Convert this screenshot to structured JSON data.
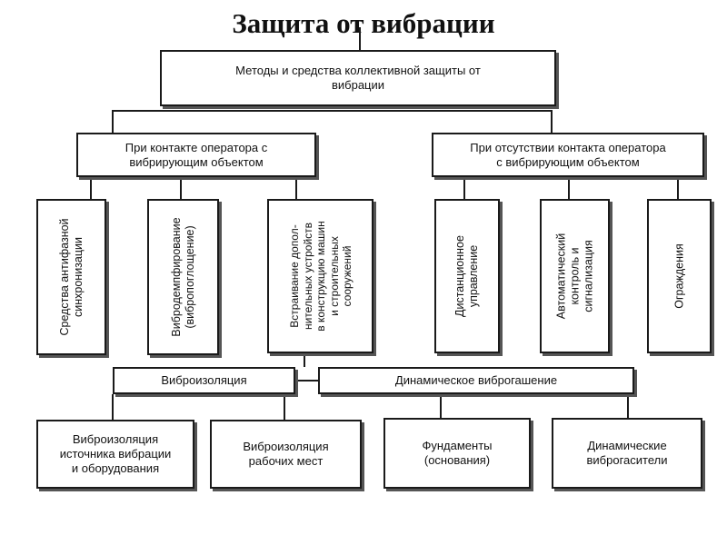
{
  "title": "Защита от вибрации",
  "nodes": {
    "root": [
      "Методы и средства коллективной защиты от",
      "вибрации"
    ],
    "contact": [
      "При контакте оператора с",
      "вибрирующим объектом"
    ],
    "no_contact": [
      "При отсутствии контакта оператора",
      "с вибрирующим объектом"
    ],
    "antiphase": [
      "Средства антифазной",
      "синхронизации"
    ],
    "damping": [
      "Вибродемпфирование",
      "(вибропоглощение)"
    ],
    "builtin": [
      "Встраивание допол-",
      "нительных устройств",
      "в конструкцию машин",
      "и строительных",
      "сооружений"
    ],
    "remote": [
      "Дистанционное",
      "управление"
    ],
    "automatic": [
      "Автоматический",
      "контроль и",
      "сигнализация"
    ],
    "fencing": [
      "Ограждения"
    ],
    "isolation": [
      "Виброизоляция"
    ],
    "dynamic": [
      "Динамическое виброгашение"
    ],
    "iso_source": [
      "Виброизоляция",
      "источника вибрации",
      "и оборудования"
    ],
    "iso_workplace": [
      "Виброизоляция",
      "рабочих мест"
    ],
    "foundations": [
      "Фундаменты",
      "(основания)"
    ],
    "absorbers": [
      "Динамические",
      "виброгасители"
    ]
  }
}
